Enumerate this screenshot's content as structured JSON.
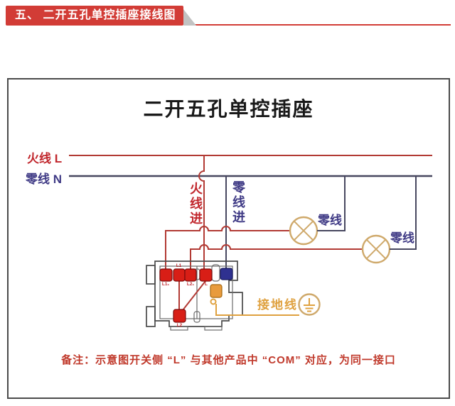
{
  "colors": {
    "banner-red": "#d23c36",
    "live-red": "#b23a34",
    "label-red": "#c1272d",
    "neutral-line": "#47475f",
    "neutral-label": "#3f3a85",
    "lamp-gold": "#cfa96b",
    "ground-orange": "#dfa13f",
    "terminal-red": "#d81e16",
    "terminal-blue": "#2f3190",
    "terminal-orange": "#e89b3d",
    "outline-gray": "#4a4a4a",
    "note-red": "#c0392b"
  },
  "header": {
    "title": "五、 二开五孔单控插座接线图"
  },
  "diagram": {
    "title": "二开五孔单控插座",
    "live_label": "火线 L",
    "neutral_label": "零线 N",
    "live_in_label": "火线进",
    "neutral_in_label": "零线进",
    "lamp1_neutral_label": "零线",
    "lamp2_neutral_label": "零线",
    "ground_label": "接地线",
    "terminals": {
      "t1": "L1₁",
      "t2": "L1",
      "t3": "L2₁",
      "t4": "L",
      "bottom": "L2"
    },
    "note": "备注：示意图开关侧 “L” 与其他产品中 “COM” 对应，为同一接口"
  }
}
